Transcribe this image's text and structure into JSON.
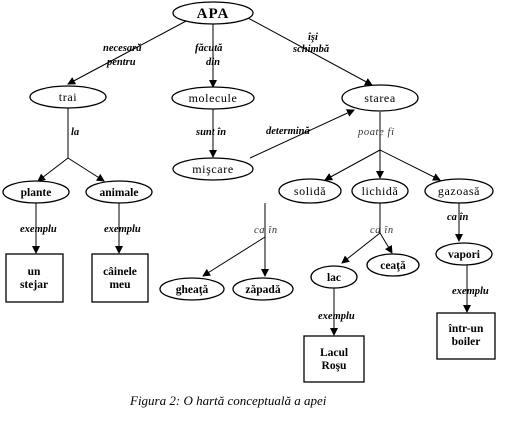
{
  "nodes": {
    "apa": "APA",
    "trai": "trai",
    "molecule": "molecule",
    "starea": "starea",
    "miscare": "mişcare",
    "plante": "plante",
    "animale": "animale",
    "solida": "solidă",
    "lichida": "lichidă",
    "gazoasa": "gazoasă",
    "un_stejar_1": "un",
    "un_stejar_2": "stejar",
    "cainele_1": "câinele",
    "cainele_2": "meu",
    "gheata": "gheaţă",
    "zapada": "zăpadă",
    "lac": "lac",
    "ceata": "ceaţă",
    "vapori": "vapori",
    "lacul_1": "Lacul",
    "lacul_2": "Roşu",
    "boiler_1": "într-un",
    "boiler_2": "boiler"
  },
  "labels": {
    "necesara_1": "necesară",
    "necesara_2": "pentru",
    "facuta_1": "făcută",
    "facuta_2": "din",
    "isi_1": "îşi",
    "isi_2": "schimbă",
    "la": "la",
    "sunt_in": "sunt în",
    "determina": "determină",
    "poate_fi": "poate fi",
    "exemplu_1": "exemplu",
    "exemplu_2": "exemplu",
    "ca_in_1": "ca în",
    "ca_in_2": "ca în",
    "ca_in_3": "ca în",
    "exemplu_3": "exemplu",
    "exemplu_4": "exemplu"
  },
  "caption": "Figura 2:  O hartă conceptuală a apei"
}
